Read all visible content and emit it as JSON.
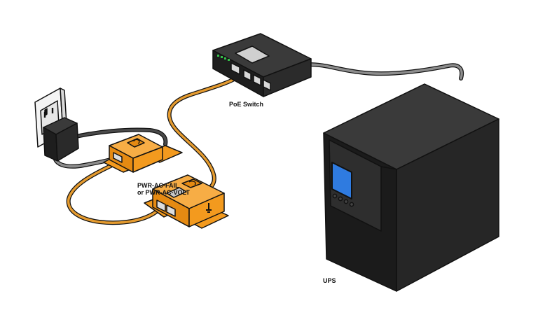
{
  "labels": {
    "poe_switch": "PoE Switch",
    "sensor_line1": "PWR-AC-FAIL",
    "sensor_line2": "or PWR-AC-VOLT",
    "ups": "UPS"
  },
  "colors": {
    "cable_orange": "#e59b2f",
    "device_orange": "#f39a1e",
    "device_dark": "#1e1e1e",
    "lcd_blue": "#2f7be0",
    "switch_led": "#34c24a",
    "outline": "#111111"
  }
}
